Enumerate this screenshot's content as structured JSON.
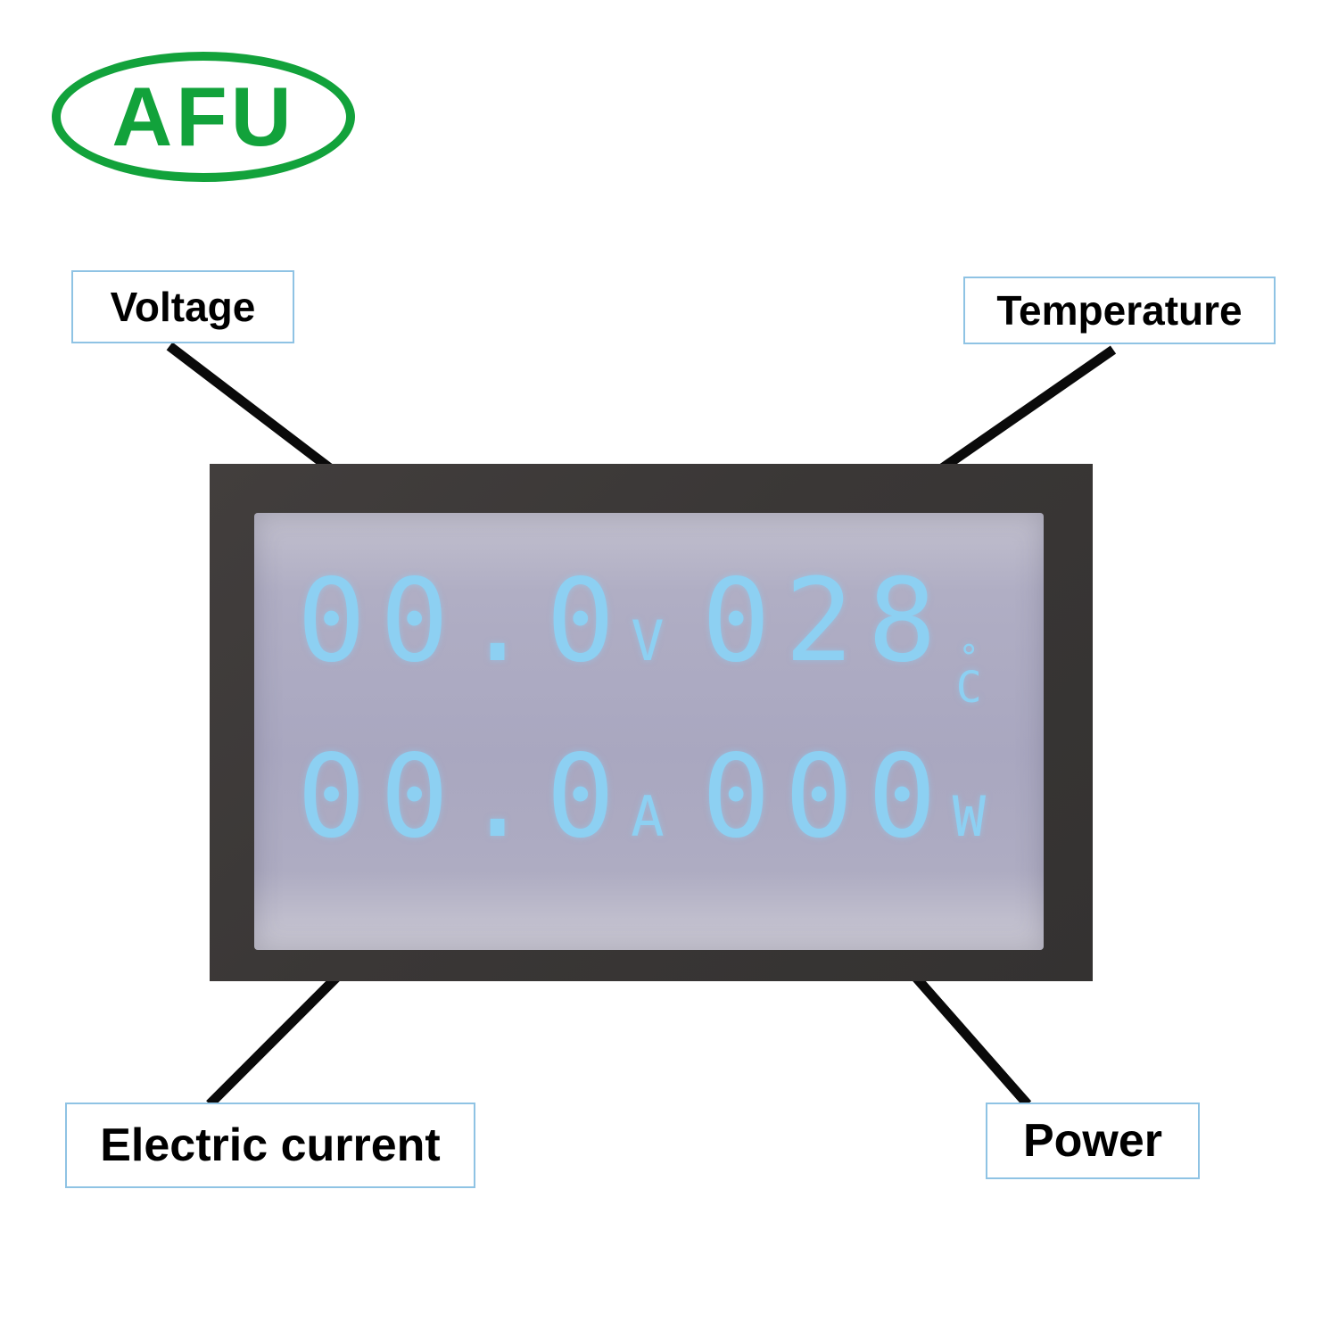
{
  "logo": {
    "text": "AFU",
    "color": "#12a23b"
  },
  "callouts": {
    "voltage": "Voltage",
    "temperature": "Temperature",
    "electric_current": "Electric current",
    "power": "Power"
  },
  "display": {
    "digit_color": "#8dd0f2",
    "voltage_value": "00.0",
    "voltage_unit": "V",
    "temperature_value": "028",
    "temperature_unit_top": "°",
    "temperature_unit_bottom": "C",
    "current_value": "00.0",
    "current_unit": "A",
    "power_value": "000",
    "power_unit": "W"
  }
}
